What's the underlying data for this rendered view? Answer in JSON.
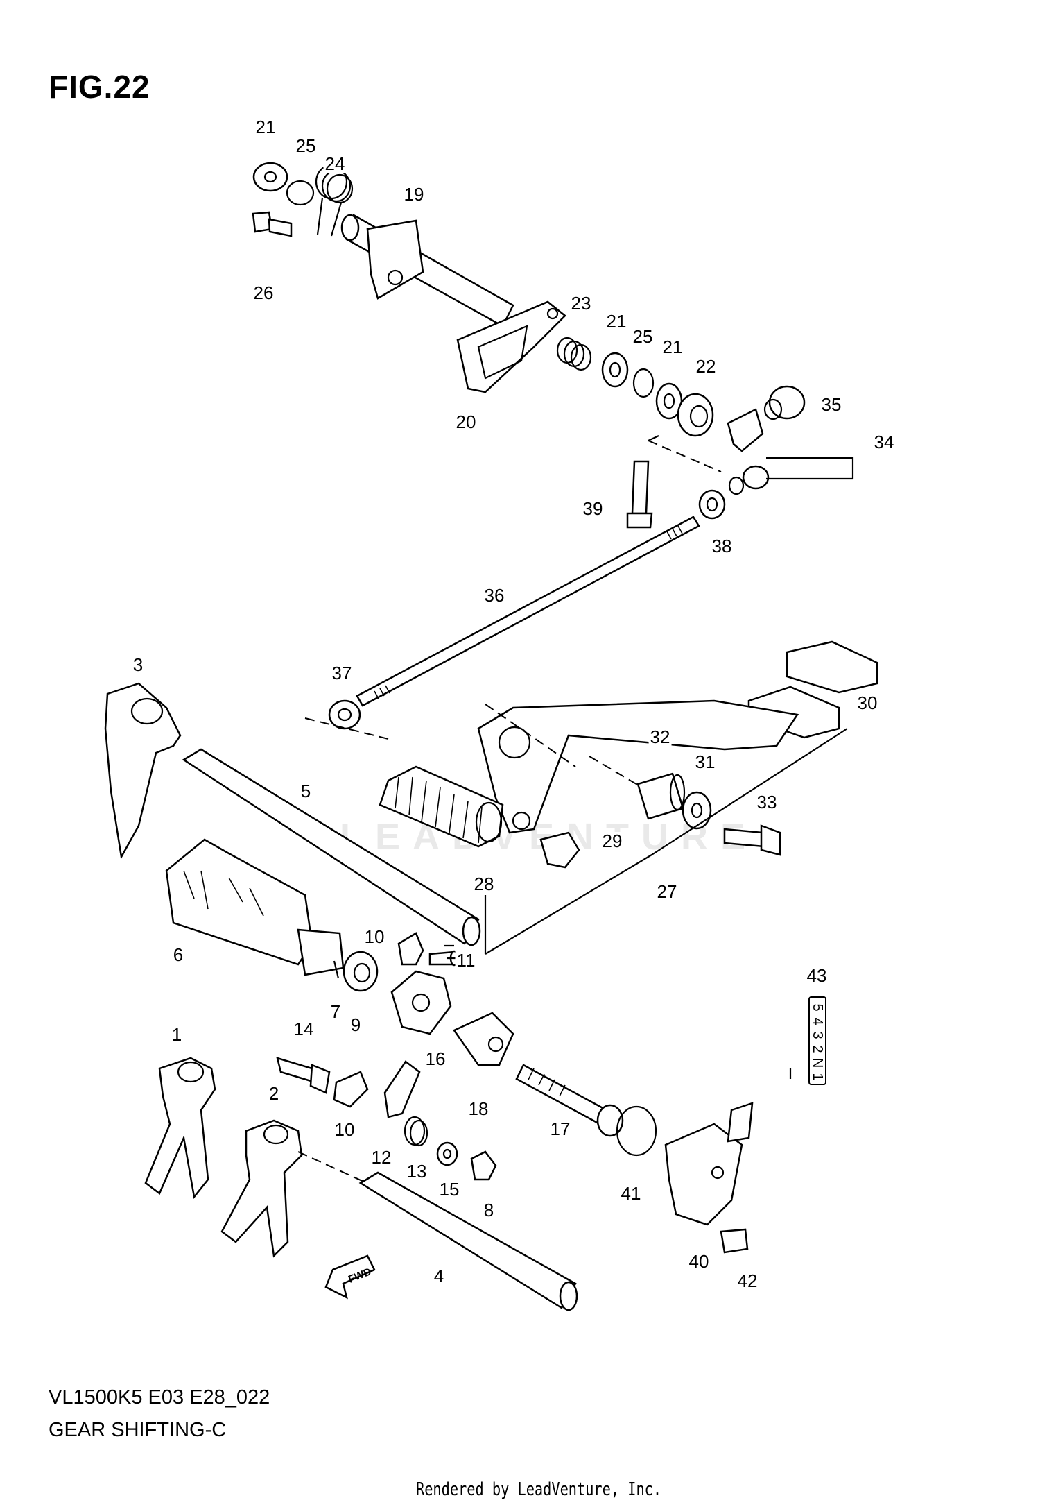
{
  "figure": {
    "title": "FIG.22"
  },
  "footer": {
    "model_code": "VL1500K5  E03  E28_022",
    "section_title": "GEAR SHIFTING-C",
    "rendered_by": "Rendered by LeadVenture, Inc."
  },
  "watermark": {
    "text": "LEADVENTURE"
  },
  "arrow": {
    "label": "FWD"
  },
  "callouts": [
    {
      "id": "c21a",
      "label": "21"
    },
    {
      "id": "c25a",
      "label": "25"
    },
    {
      "id": "c24",
      "label": "24"
    },
    {
      "id": "c19",
      "label": "19"
    },
    {
      "id": "c26",
      "label": "26"
    },
    {
      "id": "c23",
      "label": "23"
    },
    {
      "id": "c21b",
      "label": "21"
    },
    {
      "id": "c25b",
      "label": "25"
    },
    {
      "id": "c21c",
      "label": "21"
    },
    {
      "id": "c22",
      "label": "22"
    },
    {
      "id": "c20",
      "label": "20"
    },
    {
      "id": "c35",
      "label": "35"
    },
    {
      "id": "c34",
      "label": "34"
    },
    {
      "id": "c39",
      "label": "39"
    },
    {
      "id": "c38",
      "label": "38"
    },
    {
      "id": "c36",
      "label": "36"
    },
    {
      "id": "c3",
      "label": "3"
    },
    {
      "id": "c37",
      "label": "37"
    },
    {
      "id": "c30",
      "label": "30"
    },
    {
      "id": "c32",
      "label": "32"
    },
    {
      "id": "c31",
      "label": "31"
    },
    {
      "id": "c5",
      "label": "5"
    },
    {
      "id": "c33",
      "label": "33"
    },
    {
      "id": "c29",
      "label": "29"
    },
    {
      "id": "c28",
      "label": "28"
    },
    {
      "id": "c27",
      "label": "27"
    },
    {
      "id": "c6",
      "label": "6"
    },
    {
      "id": "c10a",
      "label": "10"
    },
    {
      "id": "c11",
      "label": "11"
    },
    {
      "id": "c43",
      "label": "43"
    },
    {
      "id": "c7",
      "label": "7"
    },
    {
      "id": "c9",
      "label": "9"
    },
    {
      "id": "c16",
      "label": "16"
    },
    {
      "id": "c1",
      "label": "1"
    },
    {
      "id": "c14",
      "label": "14"
    },
    {
      "id": "c18",
      "label": "18"
    },
    {
      "id": "c2",
      "label": "2"
    },
    {
      "id": "c10b",
      "label": "10"
    },
    {
      "id": "c12",
      "label": "12"
    },
    {
      "id": "c13",
      "label": "13"
    },
    {
      "id": "c17",
      "label": "17"
    },
    {
      "id": "c15",
      "label": "15"
    },
    {
      "id": "c8",
      "label": "8"
    },
    {
      "id": "c41",
      "label": "41"
    },
    {
      "id": "c40",
      "label": "40"
    },
    {
      "id": "c4",
      "label": "4"
    },
    {
      "id": "c42",
      "label": "42"
    }
  ],
  "part43_box": {
    "digits": [
      "5",
      "4",
      "3",
      "2",
      "N",
      "1"
    ]
  }
}
